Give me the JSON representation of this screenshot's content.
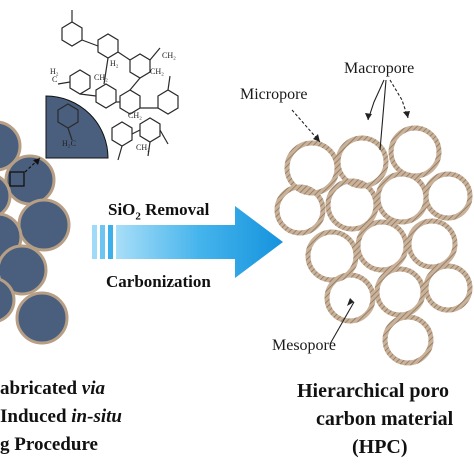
{
  "process": {
    "step1_prefix": "SiO",
    "step1_sub": "2",
    "step1_suffix": " Removal",
    "step2": "Carbonization"
  },
  "pores": {
    "micropore": "Micropore",
    "macropore": "Macropore",
    "mesopore": "Mesopore"
  },
  "left_caption": {
    "line1_a": "abricated ",
    "line1_b": "via",
    "line2_a": "Induced ",
    "line2_b": "in-situ",
    "line3": "g Procedure"
  },
  "right_caption": {
    "line1": "Hierarchical poro",
    "line2": "carbon material",
    "line3": "(HPC)"
  },
  "colors": {
    "sphere_fill": "#4a5f7d",
    "carbon_shell": "#b79f86",
    "arrow_light": "#8fd3f6",
    "arrow_dark": "#1d9ee0",
    "polymer_line": "#2a2a2a"
  }
}
